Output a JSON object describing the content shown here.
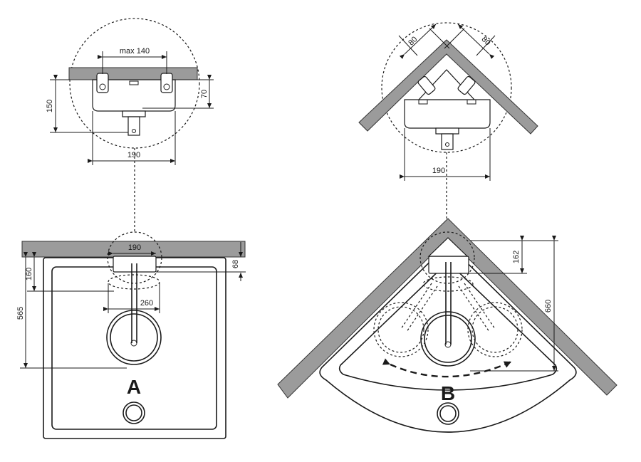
{
  "detail_a": {
    "max_width": "max 140",
    "depth_total": "150",
    "depth_pipe": "70",
    "width": "190"
  },
  "view_a": {
    "width": "190",
    "wall_offset": "68",
    "depth_short": "160",
    "depth_long": "565",
    "basin_width": "260",
    "letter": "A"
  },
  "detail_b": {
    "left_offset": "80",
    "right_offset": "80",
    "width": "190"
  },
  "view_b": {
    "depth_short": "162",
    "depth_long": "660",
    "letter": "B"
  }
}
